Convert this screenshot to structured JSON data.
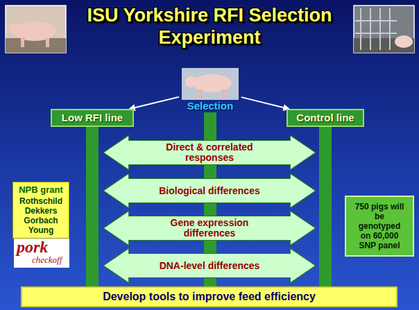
{
  "diagram": {
    "title": "ISU Yorkshire RFI Selection Experiment",
    "nodes": [
      {
        "text": [
          "Selection"
        ]
      },
      {
        "text": [
          "Low RFI line"
        ]
      },
      {
        "text": [
          "Control line"
        ]
      },
      {
        "text": [
          "Direct & correlated responses"
        ]
      },
      {
        "text": [
          "Biological differences"
        ]
      },
      {
        "text": [
          "Gene expression differences"
        ]
      },
      {
        "text": [
          "DNA-level differences"
        ]
      },
      {
        "text": [
          "NPB grant",
          "Rothschild Dekkers Gorbach Young"
        ]
      },
      {
        "text": [
          "750 pigs will be genotyped on 60,000 SNP panel"
        ]
      },
      {
        "text": [
          "Develop tools to improve feed efficiency"
        ]
      }
    ],
    "edges": [
      {
        "from": 0,
        "to": 1,
        "arrow": "to"
      },
      {
        "from": 0,
        "to": 2,
        "arrow": "to"
      },
      {
        "from": 1,
        "to": 9,
        "arrow": "none"
      },
      {
        "from": 0,
        "to": 9,
        "arrow": "none"
      },
      {
        "from": 2,
        "to": 9,
        "arrow": "none"
      }
    ],
    "labels": [
      "pork",
      "checkoff"
    ]
  }
}
